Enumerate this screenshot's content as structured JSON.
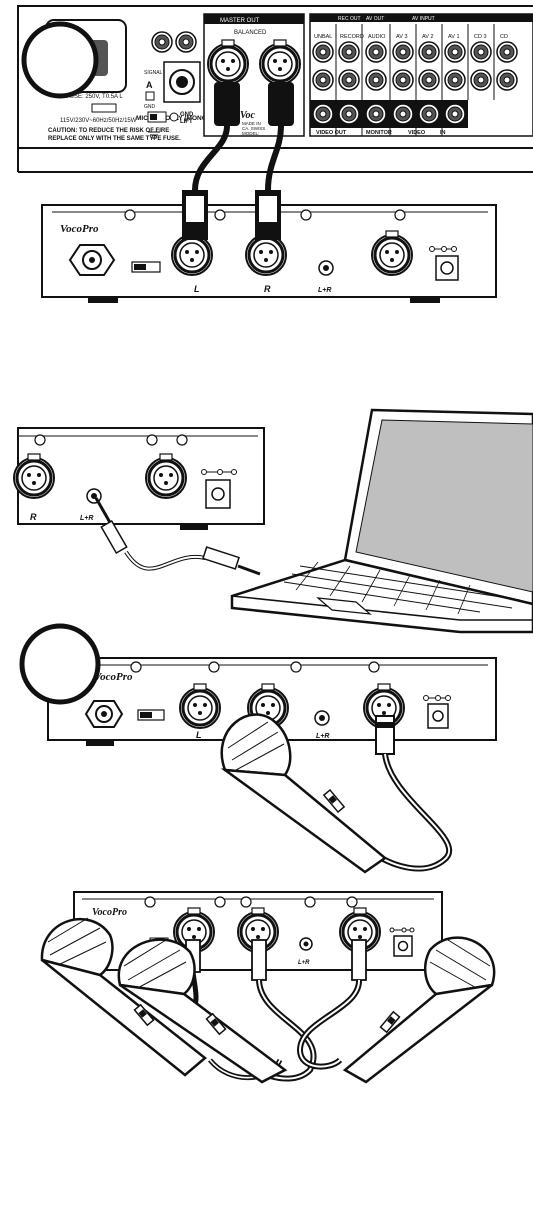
{
  "colors": {
    "ink": "#111111",
    "panel": "#ffffff",
    "shade": "#555555",
    "screen": "#bfbfbf"
  },
  "mixer": {
    "fuse_text": "FUSE: 250V, T0.5A L",
    "voltage_text": "115V/230V~60Hz/50Hz/15W",
    "caution_line1": "CAUTION: TO REDUCE THE RISK OF FIRE",
    "caution_line2": "REPLACE ONLY WITH THE SAME TYPE FUSE.",
    "mic_out_label": "MIC OUT ONLY (MONO)",
    "gnd_lift_label_1": "GND",
    "gnd_lift_label_2": "LIFT",
    "signal_label": "SIGNAL",
    "gnd_label": "GND",
    "balanced_label": "BALANCED",
    "master_out_label": "MASTER OUT",
    "brand_fragment": "Voc",
    "model_text_1": "MADE IN",
    "model_text_2": "CA. SWISS",
    "model_text_3": "MODEL:",
    "col_headers": [
      "UNBAL",
      "RECORD",
      "AUDIO",
      "AV 3",
      "AV 2",
      "AV 1",
      "CD 3",
      "CD"
    ],
    "group_headers": [
      "REC OUT",
      "AV OUT",
      "AV INPUT"
    ],
    "bottom_labels": [
      "VIDEO OUT",
      "MONITOR",
      "VIDEO",
      "IN"
    ]
  },
  "receiver": {
    "brand": "VocoPro",
    "label_l": "L",
    "label_r": "R",
    "label_lr": "L+R"
  }
}
